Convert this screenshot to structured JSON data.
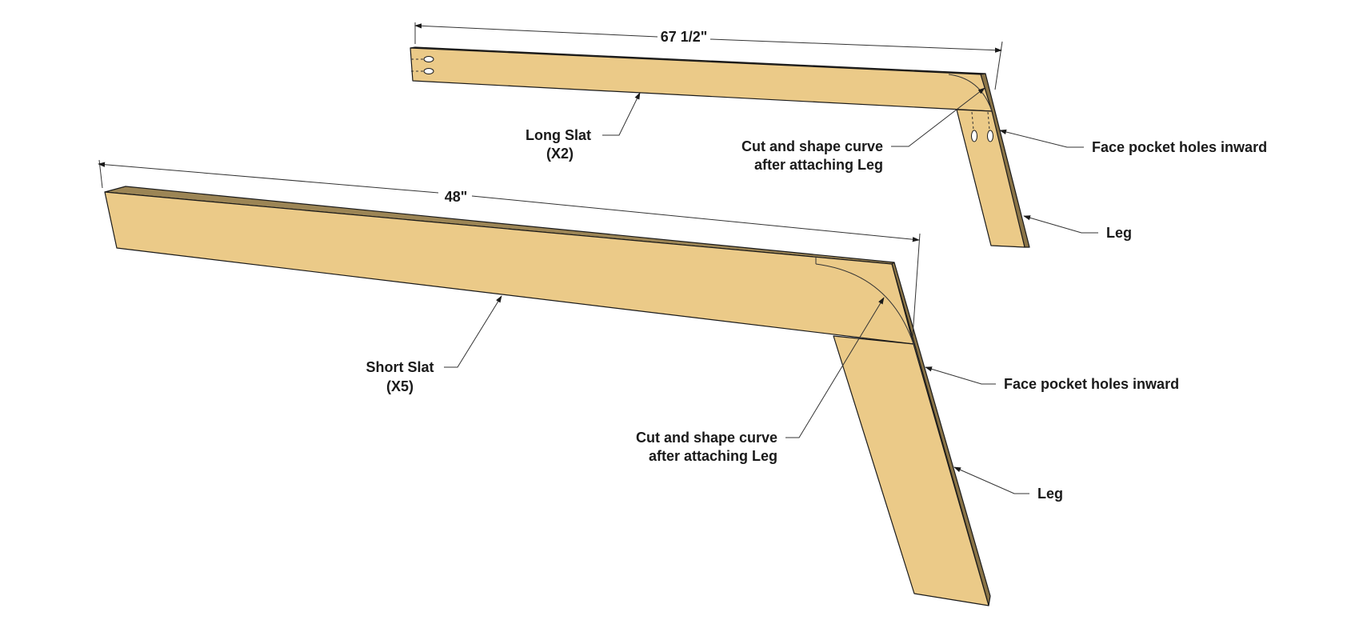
{
  "colors": {
    "wood_face": "#ebca88",
    "wood_edge": "#9c8555",
    "wood_edge_dark": "#8a7447",
    "line": "#1a1a1a",
    "background": "#ffffff"
  },
  "long_slat_assembly": {
    "dimension": "67 1/2\"",
    "slat_label": "Long Slat",
    "slat_qty": "(X2)",
    "curve_note_line1": "Cut and shape curve",
    "curve_note_line2": "after attaching Leg",
    "pocket_note": "Face pocket holes inward",
    "leg_label": "Leg"
  },
  "short_slat_assembly": {
    "dimension": "48\"",
    "slat_label": "Short Slat",
    "slat_qty": "(X5)",
    "curve_note_line1": "Cut and shape curve",
    "curve_note_line2": "after attaching Leg",
    "pocket_note": "Face pocket holes inward",
    "leg_label": "Leg"
  }
}
